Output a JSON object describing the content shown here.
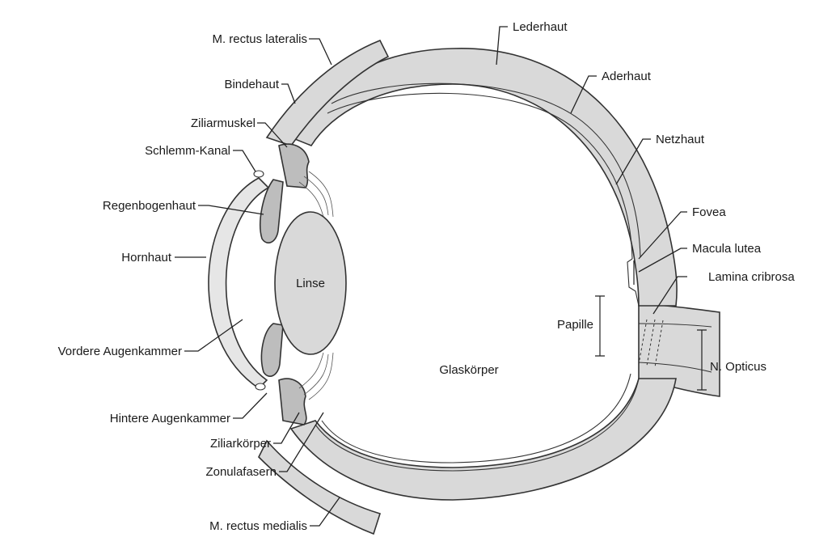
{
  "labels": {
    "m_rectus_lateralis": "M. rectus lateralis",
    "bindehaut": "Bindehaut",
    "ziliarmuskel": "Ziliarmuskel",
    "schlemm_kanal": "Schlemm-Kanal",
    "regenbogenhaut": "Regenbogenhaut",
    "hornhaut": "Hornhaut",
    "vordere_augenkammer": "Vordere Augenkammer",
    "hintere_augenkammer": "Hintere Augenkammer",
    "ziliarkoerper": "Ziliarkörper",
    "zonulafasern": "Zonulafasern",
    "m_rectus_medialis": "M. rectus medialis",
    "lederhaut": "Lederhaut",
    "aderhaut": "Aderhaut",
    "netzhaut": "Netzhaut",
    "fovea": "Fovea",
    "macula_lutea": "Macula lutea",
    "lamina_cribrosa": "Lamina cribrosa",
    "n_opticus": "N. Opticus",
    "papille": "Papille",
    "linse": "Linse",
    "glaskoerper": "Glaskörper"
  },
  "colors": {
    "tissue": "#d9d9d9",
    "tissue_dark": "#bdbdbd",
    "outline": "#333333",
    "background": "#ffffff"
  }
}
